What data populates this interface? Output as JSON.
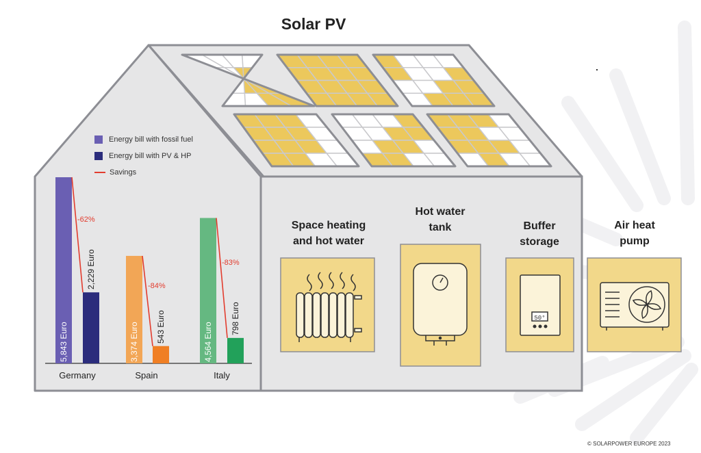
{
  "title": "Solar PV",
  "colors": {
    "fossil": "#6a5fb3",
    "pv_hp": "#2b2c7c",
    "savings": "#e23c2e",
    "panel_yellow": "#ecc85c",
    "house_fill": "#e6e6e7",
    "house_stroke": "#8d8e94",
    "card_fill": "#f2d88a"
  },
  "applications": [
    {
      "label": "Space heating and hot water",
      "icon": "radiator-icon"
    },
    {
      "label": "Hot water tank",
      "icon": "water-heater-icon"
    },
    {
      "label": "Buffer storage",
      "icon": "buffer-storage-icon",
      "display": "50°"
    },
    {
      "label": "Air heat pump",
      "icon": "heat-pump-fan-icon"
    }
  ],
  "legend": [
    {
      "label": "Energy bill with fossil fuel",
      "kind": "swatch",
      "color": "#6a5fb3"
    },
    {
      "label": "Energy bill with PV & HP",
      "kind": "swatch",
      "color": "#2b2c7c"
    },
    {
      "label": "Savings",
      "kind": "line",
      "color": "#e23c2e"
    }
  ],
  "chart_data": {
    "type": "bar",
    "categories": [
      "Germany",
      "Spain",
      "Italy"
    ],
    "series": [
      {
        "name": "Energy bill with fossil fuel",
        "values": [
          5843,
          3374,
          4564
        ],
        "labels": [
          "5,843 Euro",
          "3,374 Euro",
          "4,564 Euro"
        ]
      },
      {
        "name": "Energy bill with PV & HP",
        "values": [
          2229,
          543,
          798
        ],
        "labels": [
          "2,229 Euro",
          "543 Euro",
          "798 Euro"
        ]
      }
    ],
    "savings": [
      "-62%",
      "-84%",
      "-83%"
    ],
    "bar_colors": {
      "fossil": [
        "#6a5fb3",
        "#f2a656",
        "#65b881"
      ],
      "pv_hp": [
        "#2b2c7c",
        "#f07f24",
        "#22a15a"
      ]
    },
    "ylim": [
      0,
      5843
    ],
    "legend_position": "top-left"
  },
  "copyright": "© SOLARPOWER EUROPE 2023"
}
